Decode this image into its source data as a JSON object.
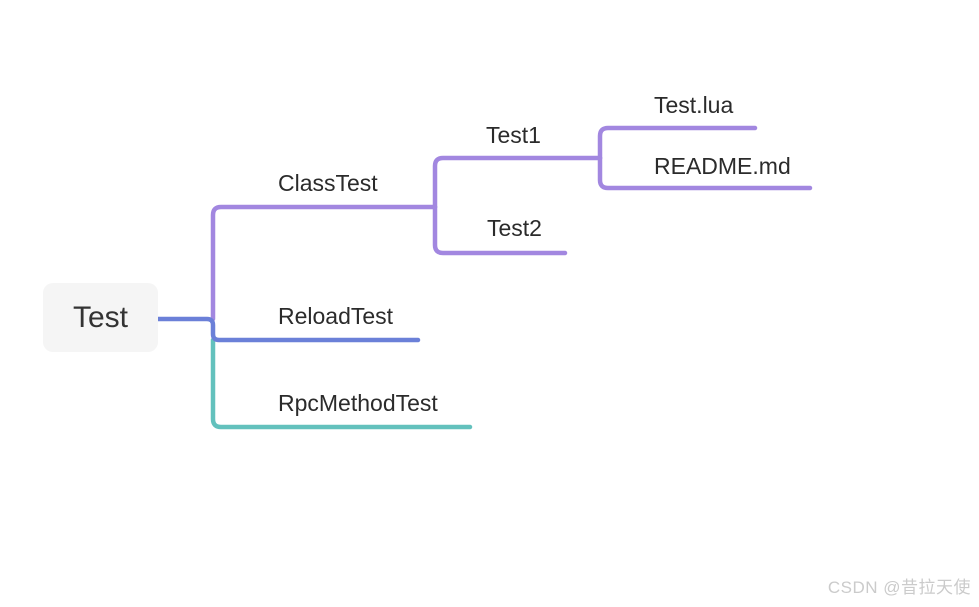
{
  "mindmap": {
    "root": {
      "label": "Test",
      "bg": "#f5f5f5",
      "text_color": "#333333"
    },
    "nodes": {
      "classtest": {
        "label": "ClassTest",
        "color": "#a287e0"
      },
      "test1": {
        "label": "Test1",
        "color": "#a287e0"
      },
      "test_lua": {
        "label": "Test.lua",
        "color": "#a287e0"
      },
      "readme_md": {
        "label": "README.md",
        "color": "#a287e0"
      },
      "test2": {
        "label": "Test2",
        "color": "#a287e0"
      },
      "reloadtest": {
        "label": "ReloadTest",
        "color": "#6b80d8"
      },
      "rpcmethodtest": {
        "label": "RpcMethodTest",
        "color": "#63c1bd"
      }
    },
    "hierarchy": {
      "Test": {
        "ClassTest": {
          "Test1": [
            "Test.lua",
            "README.md"
          ],
          "Test2": []
        },
        "ReloadTest": [],
        "RpcMethodTest": []
      }
    },
    "branch_colors": {
      "purple": "#a287e0",
      "blue": "#6b80d8",
      "teal": "#63c1bd"
    }
  },
  "watermark": {
    "text": "CSDN @昔拉天使",
    "color": "#cbcbcb"
  }
}
